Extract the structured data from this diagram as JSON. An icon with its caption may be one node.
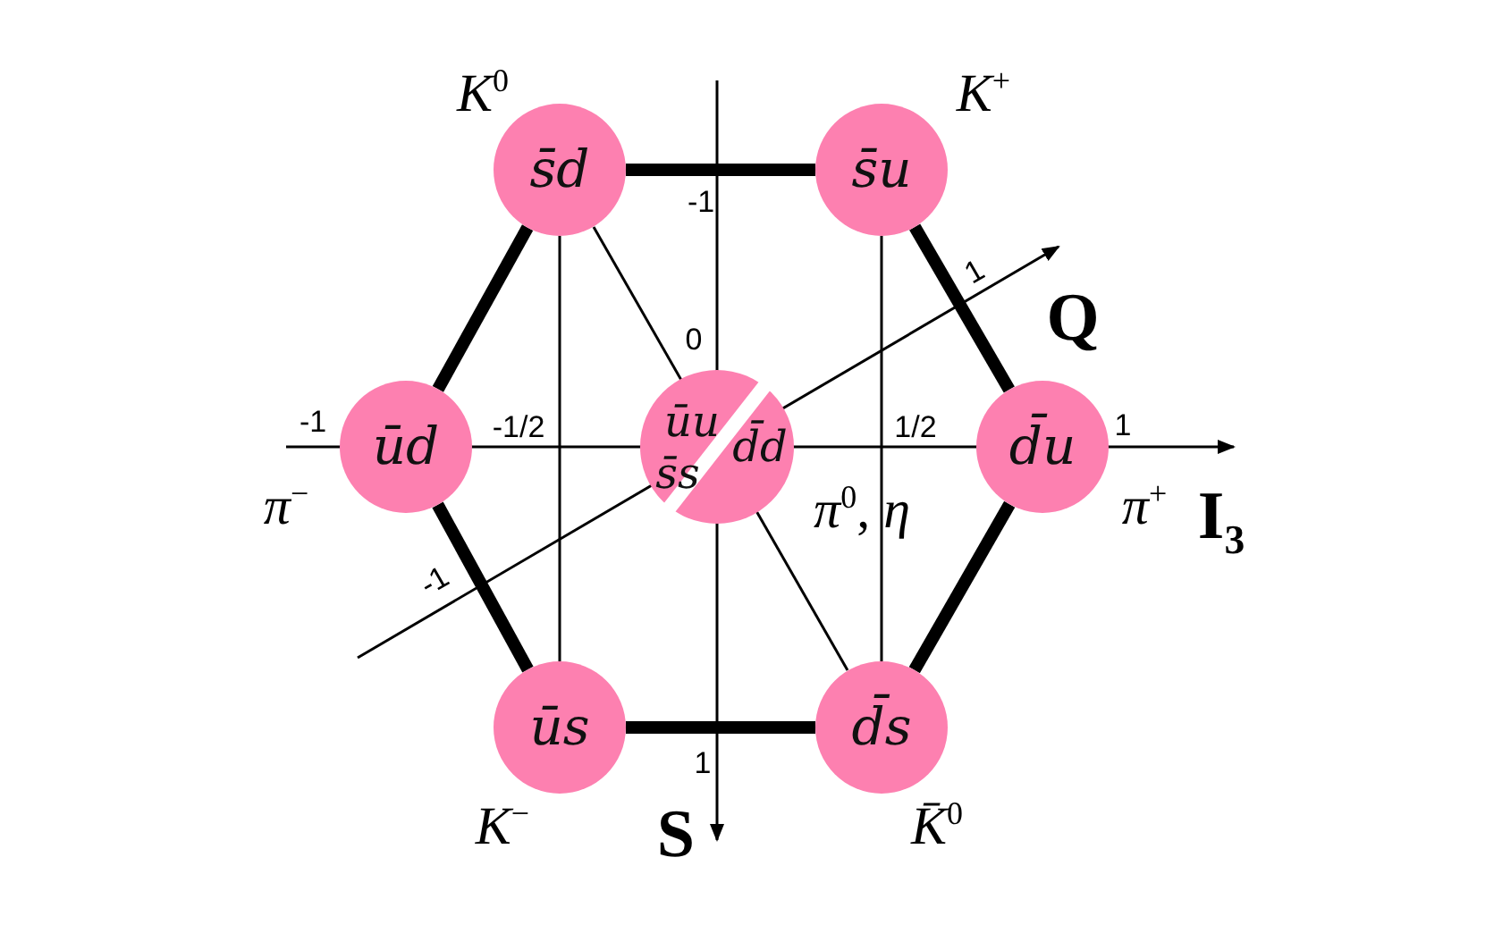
{
  "diagram": {
    "nodes": [
      {
        "text": [
          "s̄d"
        ],
        "beside": [
          "*K*$^{0}$"
        ]
      },
      {
        "text": [
          "s̄u"
        ],
        "beside": [
          "*K*$^{+}$"
        ]
      },
      {
        "text": [
          "ūd"
        ],
        "beside": [
          "*π*$^{−}$"
        ]
      },
      {
        "text": [
          "ūu",
          "s̄s",
          "d̄d"
        ],
        "beside": [
          "*π*$^{0}$, *η*"
        ]
      },
      {
        "text": [
          "d̄u"
        ],
        "beside": [
          "*π*$^{+}$"
        ]
      },
      {
        "text": [
          "ūs"
        ],
        "beside": [
          "*K*$^{−}$"
        ]
      },
      {
        "text": [
          "d̄s"
        ],
        "beside": [
          "*K̄*$^{0}$"
        ]
      }
    ],
    "edges": [
      {
        "from": 0,
        "to": 1,
        "arrow": "none"
      },
      {
        "from": 1,
        "to": 4,
        "arrow": "none"
      },
      {
        "from": 4,
        "to": 6,
        "arrow": "none"
      },
      {
        "from": 6,
        "to": 5,
        "arrow": "none"
      },
      {
        "from": 5,
        "to": 2,
        "arrow": "none"
      },
      {
        "from": 2,
        "to": 0,
        "arrow": "none"
      }
    ],
    "labels": [
      "-1",
      "1",
      "Q",
      "0",
      "-1",
      "-1/2",
      "1/2",
      "1",
      "I$_{3}$",
      "-1",
      "1",
      "S"
    ]
  }
}
